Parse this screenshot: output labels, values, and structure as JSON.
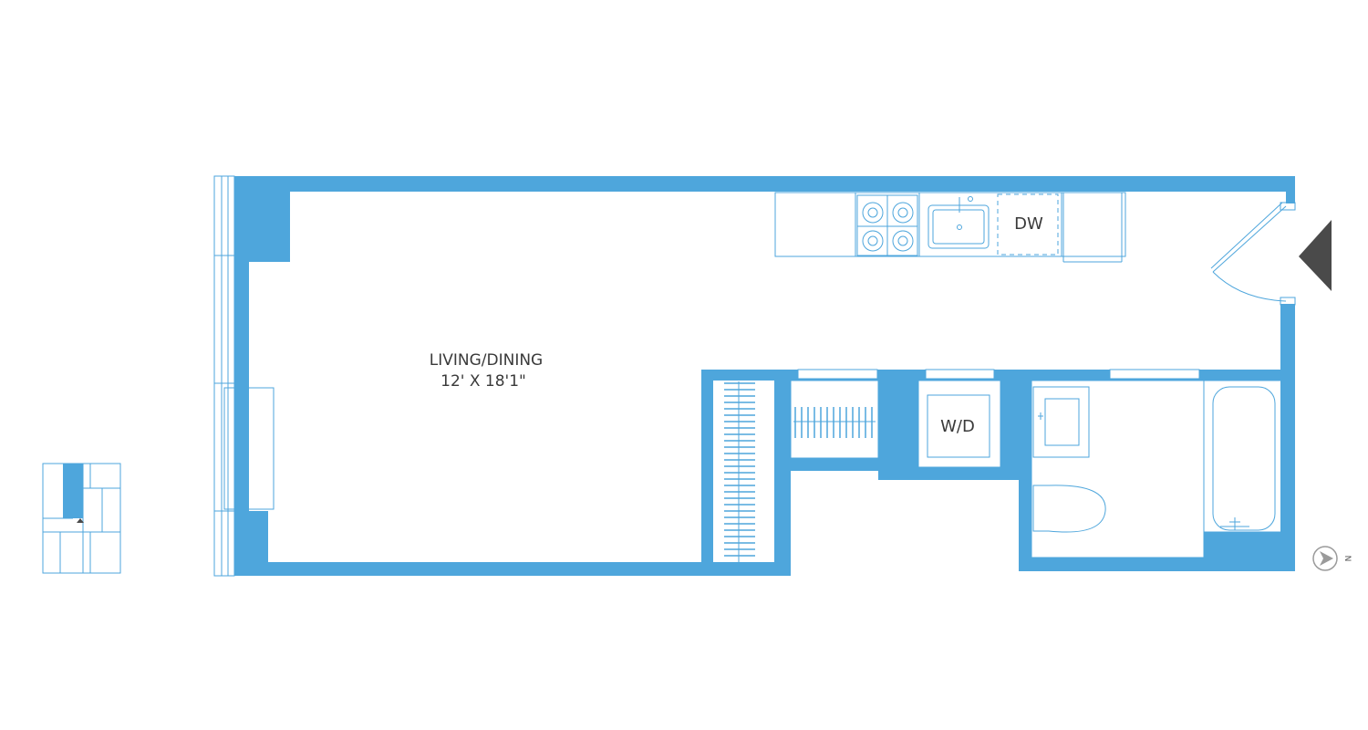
{
  "plan": {
    "colors": {
      "wall": "#4ea6dc",
      "line": "#4ea6dc",
      "entry_marker": "#4a4a4a",
      "compass": "#9a9a9a",
      "text": "#3a3a3a"
    },
    "rooms": {
      "living": {
        "name": "LIVING/DINING",
        "dimensions": "12' X 18'1\""
      }
    },
    "appliances": {
      "dishwasher": "DW",
      "washer_dryer": "W/D"
    },
    "compass": {
      "label": "N",
      "icon": "north-arrow-icon"
    },
    "entry_marker": {
      "icon": "entry-triangle-icon"
    },
    "key_plan": {
      "icon": "key-plan-icon"
    }
  }
}
